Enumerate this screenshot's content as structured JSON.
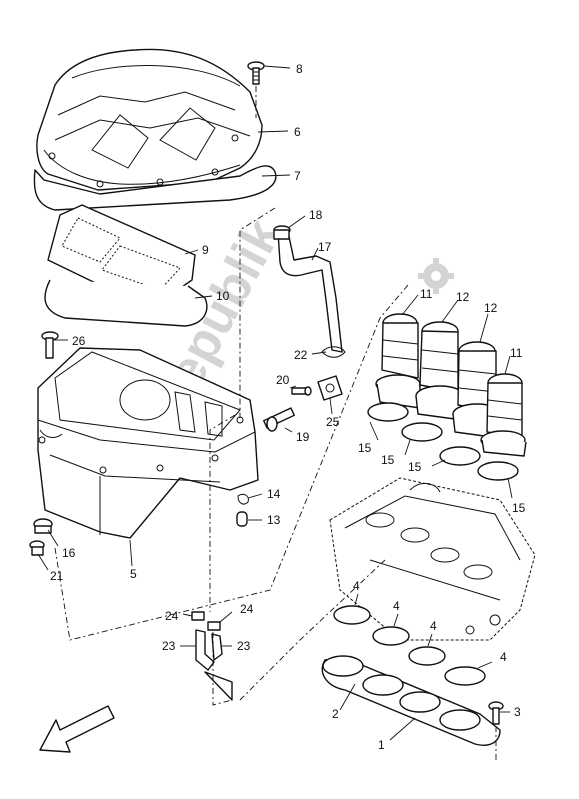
{
  "watermark": {
    "text": "PartsRepublik",
    "icon": "gear-icon"
  },
  "callouts": [
    {
      "id": "c8",
      "label": "8"
    },
    {
      "id": "c6",
      "label": "6"
    },
    {
      "id": "c7",
      "label": "7"
    },
    {
      "id": "c18",
      "label": "18"
    },
    {
      "id": "c17",
      "label": "17"
    },
    {
      "id": "c9",
      "label": "9"
    },
    {
      "id": "c10",
      "label": "10"
    },
    {
      "id": "c26",
      "label": "26"
    },
    {
      "id": "c22",
      "label": "22"
    },
    {
      "id": "c20",
      "label": "20"
    },
    {
      "id": "c19",
      "label": "19"
    },
    {
      "id": "c25",
      "label": "25"
    },
    {
      "id": "c11a",
      "label": "11"
    },
    {
      "id": "c12a",
      "label": "12"
    },
    {
      "id": "c12b",
      "label": "12"
    },
    {
      "id": "c11b",
      "label": "11"
    },
    {
      "id": "c15a",
      "label": "15"
    },
    {
      "id": "c15b",
      "label": "15"
    },
    {
      "id": "c15c",
      "label": "15"
    },
    {
      "id": "c15d",
      "label": "15"
    },
    {
      "id": "c14",
      "label": "14"
    },
    {
      "id": "c13",
      "label": "13"
    },
    {
      "id": "c16",
      "label": "16"
    },
    {
      "id": "c21",
      "label": "21"
    },
    {
      "id": "c5",
      "label": "5"
    },
    {
      "id": "c4a",
      "label": "4"
    },
    {
      "id": "c4b",
      "label": "4"
    },
    {
      "id": "c4c",
      "label": "4"
    },
    {
      "id": "c4d",
      "label": "4"
    },
    {
      "id": "c24a",
      "label": "24"
    },
    {
      "id": "c24b",
      "label": "24"
    },
    {
      "id": "c23a",
      "label": "23"
    },
    {
      "id": "c23b",
      "label": "23"
    },
    {
      "id": "c2",
      "label": "2"
    },
    {
      "id": "c3",
      "label": "3"
    },
    {
      "id": "c1",
      "label": "1"
    }
  ],
  "orientation_arrow": "front-direction-arrow-icon"
}
